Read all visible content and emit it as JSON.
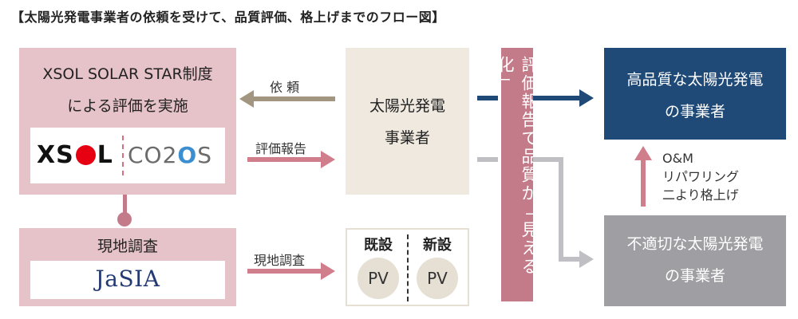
{
  "title": "【太陽光発電事業者の依頼を受けて、品質評価、格上げまでのフロー図】",
  "xsol": {
    "line1": "XSOL SOLAR STAR制度",
    "line2": "による評価を実施",
    "logo_left_a": "XS",
    "logo_left_b": "L",
    "logo_right_a": "CO2",
    "logo_right_b": "O",
    "logo_right_c": "S"
  },
  "survey": {
    "title": "現地調査",
    "org": "JaSIA"
  },
  "center": {
    "line1": "太陽光発電",
    "line2": "事業者"
  },
  "arrows": {
    "request": "依 頼",
    "report": "評価報告",
    "survey": "現地調査"
  },
  "pv": {
    "existing": "既設",
    "new": "新設",
    "pv": "PV"
  },
  "vbar_text": "評価報告で品質が「見える化」",
  "high_quality": {
    "line1": "高品質な太陽光発電",
    "line2": "の事業者"
  },
  "upgrade": {
    "line1": "O&M",
    "line2": "リパワリング",
    "line3": "二より格上げ"
  },
  "low_quality": {
    "line1": "不適切な太陽光発電",
    "line2": "の事業者"
  },
  "colors": {
    "pink": "#e6c2c9",
    "beige": "#efe9df",
    "vbar": "#c47b89",
    "navy": "#1f4a78",
    "gray": "#9e9ea3",
    "xsol_red": "#e60012",
    "co2os_blue": "#3b8fd1",
    "jasia_navy": "#233a73"
  }
}
